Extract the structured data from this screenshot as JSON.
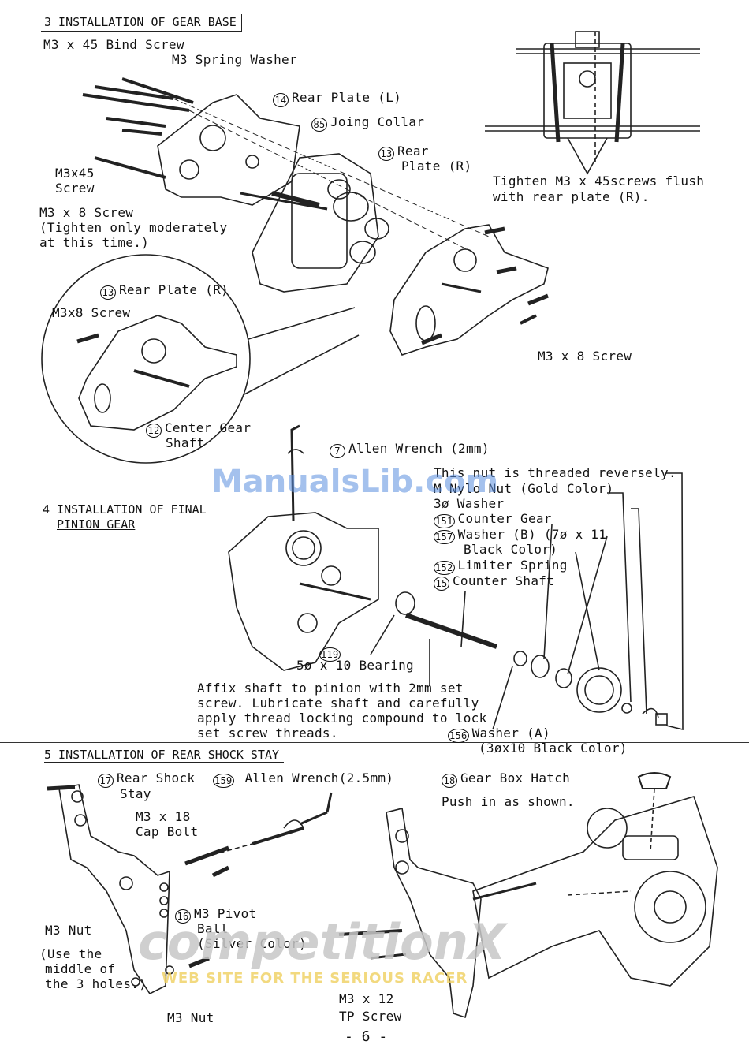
{
  "sections": {
    "s3": {
      "title": "3 INSTALLATION OF GEAR BASE",
      "labels": {
        "bind_screw": "M3 x 45 Bind Screw",
        "spring_washer": "M3 Spring Washer",
        "rear_plate_l_num": "14",
        "rear_plate_l": "Rear Plate (L)",
        "collar_num": "85",
        "collar": "Joing Collar",
        "rear_plate_r_num": "13",
        "rear_plate_r_1": "Rear",
        "rear_plate_r_2": "Plate (R)",
        "m3x45_1": "M3x45",
        "m3x45_2": "Screw",
        "m3x8_1": "M3 x 8 Screw",
        "m3x8_2": "(Tighten only moderately",
        "m3x8_3": "at this time.)",
        "tighten_1": "Tighten M3 x 45screws flush",
        "tighten_2": "with rear plate (R).",
        "m3x8_right": "M3 x 8 Screw",
        "detail_num": "13",
        "detail_plate": "Rear Plate (R)",
        "detail_screw": "M3x8 Screw",
        "shaft_num": "12",
        "shaft_1": "Center Gear",
        "shaft_2": "Shaft"
      }
    },
    "s4": {
      "title_1": "4 INSTALLATION OF FINAL",
      "title_2": "PINION GEAR",
      "labels": {
        "allen_num": "7",
        "allen": "Allen Wrench (2mm)",
        "nut_note": "This nut is threaded reversely.",
        "nut": "M Nylo Nut (Gold Color)",
        "washer3": "3ø Washer",
        "cgear_num": "151",
        "cgear": "Counter Gear",
        "washerb_num": "157",
        "washerb_1": "Washer (B) (7ø x 11",
        "washerb_2": "Black Color)",
        "spring_num": "152",
        "spring": "Limiter Spring",
        "cshaft_num": "15",
        "cshaft": "Counter Shaft",
        "bearing_num": "119",
        "bearing": "5ø x 10 Bearing",
        "affix_1": "Affix shaft to pinion with 2mm set",
        "affix_2": "screw.  Lubricate shaft and carefully",
        "affix_3": "apply thread locking compound to lock",
        "affix_4": "set screw threads.",
        "washera_num": "156",
        "washera_1": "Washer (A)",
        "washera_2": "(3øx10 Black Color)"
      }
    },
    "s5": {
      "title": "5 INSTALLATION OF REAR SHOCK STAY",
      "labels": {
        "stay_num": "17",
        "stay_1": "Rear Shock",
        "stay_2": "Stay",
        "allen_num": "159",
        "allen": "Allen Wrench(2.5mm)",
        "hatch_num": "18",
        "hatch": "Gear Box Hatch",
        "push": "Push in as shown.",
        "capbolt_1": "M3 x 18",
        "capbolt_2": "Cap Bolt",
        "ball_num": "16",
        "ball_1": "M3 Pivot",
        "ball_2": "Ball",
        "ball_3": "(Silver Color)",
        "nut1": "M3 Nut",
        "use_1": "(Use the",
        "use_2": "middle of",
        "use_3": "the 3 holes.)",
        "nut2": "M3 Nut",
        "tp_1": "M3 x 12",
        "tp_2": "TP Screw"
      }
    }
  },
  "watermarks": {
    "manualslib": "ManualsLib.com",
    "competition": "competitionX",
    "website": "WEB SITE     FOR THE SERIOUS RACER"
  },
  "page_number": "- 6 -"
}
